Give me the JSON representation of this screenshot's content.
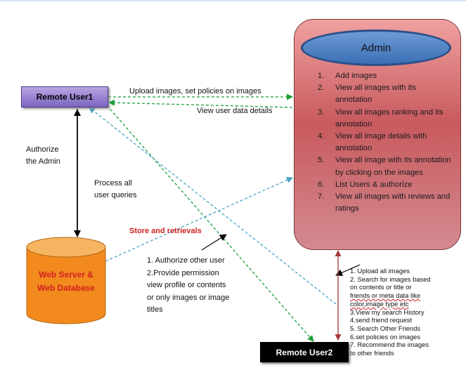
{
  "nodes": {
    "remote_user1": "Remote User1",
    "remote_user2": "Remote User2",
    "admin": "Admin",
    "web_server": [
      "Web Server &",
      "Web Database"
    ]
  },
  "admin_items": [
    {
      "num": "1.",
      "text": "Add images"
    },
    {
      "num": "2.",
      "text": "View all images with its annotation"
    },
    {
      "num": "3.",
      "text": "View all images ranking  and its annotation"
    },
    {
      "num": "4.",
      "text": "View all image details with annotation"
    },
    {
      "num": "5.",
      "text": "View all image with  its annotation by clicking on the images"
    },
    {
      "num": "6.",
      "text": "List Users & authorize"
    },
    {
      "num": "7.",
      "text": "View all  images with reviews and ratings"
    }
  ],
  "edge_labels": {
    "upload": "Upload images, set policies on images",
    "view_user": "View user data details",
    "authorize_admin": [
      "Authorize",
      "the Admin"
    ],
    "process_queries": [
      "Process all",
      "user queries"
    ],
    "store_retrievals": "Store and retrievals",
    "admin_to_user2": [
      "1. Authorize  other user",
      "2.Provide  permission",
      "view profile or contents",
      "or only images or image",
      "titles"
    ]
  },
  "user2_items": [
    "1. Upload all images",
    "2. Search for images based",
    "on contents or title or",
    "friends or meta data like",
    "color,image type etc",
    "3.View my search History",
    "4.send friend request",
    "5. Search Other Friends",
    "6.set policies on images",
    "7. Recommend the images",
    "to other friends"
  ],
  "colors": {
    "green_arrow": "#1a9e3a",
    "blue_arrow": "#4aa3c8",
    "dark_red_arrow": "#a33a3a",
    "admin_fill": "#c85a5e",
    "ellipse_fill": "#4a7fc1",
    "db_fill": "#f28a1e",
    "red_text": "#d22020"
  }
}
